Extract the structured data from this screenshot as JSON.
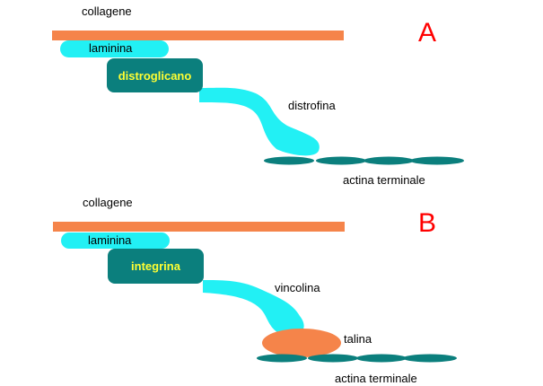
{
  "colors": {
    "collagen": "#f5844a",
    "laminin": "#22f0f4",
    "receptor_box": "#0b7f7d",
    "receptor_text": "#ffff33",
    "connector": "#22f0f4",
    "actin": "#0b7f7d",
    "talin": "#f5844a",
    "panel_letter": "#ff0000"
  },
  "panel_a": {
    "letter": "A",
    "collagen_label": "collagene",
    "laminin_label": "laminina",
    "receptor_label": "distroglicano",
    "linker_label": "distrofina",
    "actin_label": "actina terminale"
  },
  "panel_b": {
    "letter": "B",
    "collagen_label": "collagene",
    "laminin_label": "laminina",
    "receptor_label": "integrina",
    "linker_label": "vincolina",
    "talin_label": "talina",
    "actin_label": "actina terminale"
  }
}
